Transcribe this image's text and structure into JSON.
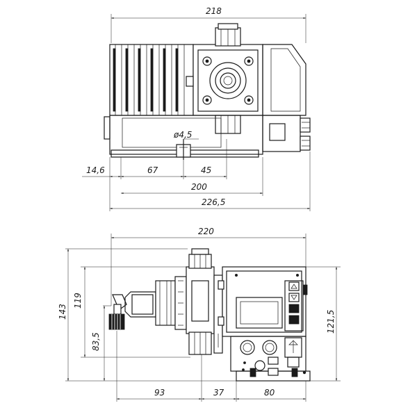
{
  "top_view": {
    "dim_overall_width": "218",
    "dim_hole": "ø4,5",
    "dim_left_offset": "14,6",
    "dim_mount_a": "67",
    "dim_mount_b": "45",
    "dim_base_length": "200",
    "dim_total_length": "226,5"
  },
  "front_view": {
    "dim_overall_width": "220",
    "dim_height_total": "143",
    "dim_height_body": "119",
    "dim_height_right": "121,5",
    "dim_height_outlet": "83,5",
    "dim_bottom_a": "93",
    "dim_bottom_b": "37",
    "dim_bottom_c": "80"
  }
}
